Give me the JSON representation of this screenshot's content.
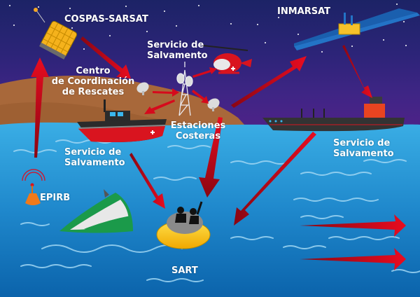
{
  "diagram": {
    "type": "maritime-distress-system",
    "colors": {
      "sky_top": "#1c2366",
      "sky_bottom": "#4a2387",
      "sea_top": "#33a3df",
      "sea_bottom": "#0b65ad",
      "land": "#a8683a",
      "arrow": "#d60a1c",
      "label": "#ffffff"
    },
    "labels": {
      "cospas_sarsat": "COSPAS-SARSAT",
      "inmarsat": "INMARSAT",
      "heli_rescue_line1": "Servicio de",
      "heli_rescue_line2": "Salvamento",
      "rcc_line1": "Centro",
      "rcc_line2": "de Coordinación",
      "rcc_line3": "de Rescates",
      "coast_stations_line1": "Estaciones",
      "coast_stations_line2": "Costeras",
      "boat_rescue_line1": "Servicio de",
      "boat_rescue_line2": "Salvamento",
      "ship_rescue_line1": "Servicio de",
      "ship_rescue_line2": "Salvamento",
      "epirb": "EPIRB",
      "sart": "SART"
    },
    "nodes": [
      {
        "id": "cospas-sarsat",
        "icon": "satellite-cylinder-icon"
      },
      {
        "id": "inmarsat",
        "icon": "satellite-panel-icon"
      },
      {
        "id": "helicopter",
        "icon": "rescue-helicopter-icon"
      },
      {
        "id": "rcc",
        "icon": "antenna-dish-icon"
      },
      {
        "id": "coast-stations",
        "icon": "radio-tower-icon"
      },
      {
        "id": "rescue-boat",
        "icon": "rescue-boat-icon"
      },
      {
        "id": "merchant-ship",
        "icon": "cargo-ship-icon"
      },
      {
        "id": "epirb",
        "icon": "beacon-buoy-icon"
      },
      {
        "id": "sinking-vessel",
        "icon": "capsized-boat-icon"
      },
      {
        "id": "sart",
        "icon": "life-raft-icon"
      }
    ]
  }
}
